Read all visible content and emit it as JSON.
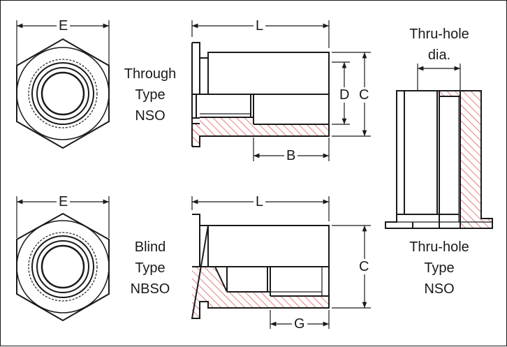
{
  "type_labels": {
    "through": [
      "Through",
      "Type",
      "NSO"
    ],
    "blind": [
      "Blind",
      "Type",
      "NBSO"
    ],
    "thru_hole_type": [
      "Thru-hole",
      "Type",
      "NSO"
    ],
    "thru_hole_dia": [
      "Thru-hole",
      "dia."
    ]
  },
  "dims": {
    "e_top": "E",
    "e_bottom": "E",
    "l_top": "L",
    "l_bottom": "L",
    "d": "D",
    "c_top": "C",
    "c_bottom": "C",
    "b": "B",
    "g": "G"
  },
  "colors": {
    "line": "#1a1a1a",
    "hatch": "#d9393a"
  }
}
